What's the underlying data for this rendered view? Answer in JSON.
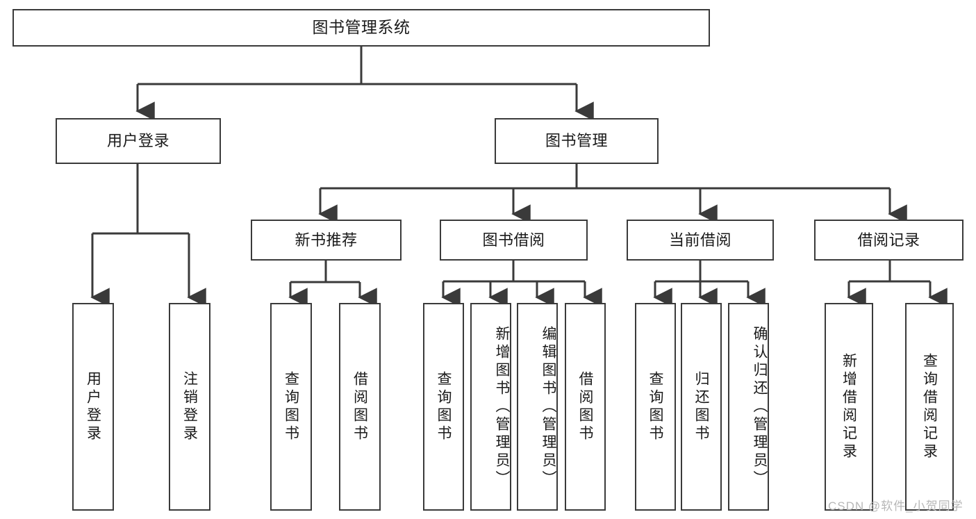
{
  "diagram": {
    "type": "tree-hierarchy",
    "title": "图书管理系统",
    "orientation": "top-down",
    "colors": {
      "stroke": "#3a3a3a",
      "fill": "#ffffff",
      "text": "#1a1a1a",
      "watermark": "#b7b7b7"
    },
    "nodes": {
      "root": {
        "label": "图书管理系统",
        "level": 1
      },
      "user_login": {
        "label": "用户登录",
        "level": 2
      },
      "book_manage": {
        "label": "图书管理",
        "level": 2
      },
      "new_book_rec": {
        "label": "新书推荐",
        "level": 3
      },
      "book_borrow": {
        "label": "图书借阅",
        "level": 3
      },
      "current_borrow": {
        "label": "当前借阅",
        "level": 3
      },
      "borrow_record": {
        "label": "借阅记录",
        "level": 3
      },
      "leaf_user_login": {
        "label": "用户登录",
        "level": 4
      },
      "leaf_logout": {
        "label": "注销登录",
        "level": 4
      },
      "leaf_query_book_1": {
        "label": "查询图书",
        "level": 4
      },
      "leaf_borrow_book_1": {
        "label": "借阅图书",
        "level": 4
      },
      "leaf_query_book_2": {
        "label": "查询图书",
        "level": 4
      },
      "leaf_add_book": {
        "label": "新增图书（管理员）",
        "level": 4
      },
      "leaf_edit_book": {
        "label": "编辑图书（管理员）",
        "level": 4
      },
      "leaf_borrow_book_2": {
        "label": "借阅图书",
        "level": 4
      },
      "leaf_query_book_3": {
        "label": "查询图书",
        "level": 4
      },
      "leaf_return_book": {
        "label": "归还图书",
        "level": 4
      },
      "leaf_confirm_return": {
        "label": "确认归还（管理员）",
        "level": 4
      },
      "leaf_add_record": {
        "label": "新增借阅记录",
        "level": 4
      },
      "leaf_query_record": {
        "label": "查询借阅记录",
        "level": 4
      }
    },
    "edges": [
      {
        "from": "root",
        "to": "user_login"
      },
      {
        "from": "root",
        "to": "book_manage"
      },
      {
        "from": "user_login",
        "to": "leaf_user_login"
      },
      {
        "from": "user_login",
        "to": "leaf_logout"
      },
      {
        "from": "book_manage",
        "to": "new_book_rec"
      },
      {
        "from": "book_manage",
        "to": "book_borrow"
      },
      {
        "from": "book_manage",
        "to": "current_borrow"
      },
      {
        "from": "book_manage",
        "to": "borrow_record"
      },
      {
        "from": "new_book_rec",
        "to": "leaf_query_book_1"
      },
      {
        "from": "new_book_rec",
        "to": "leaf_borrow_book_1"
      },
      {
        "from": "book_borrow",
        "to": "leaf_query_book_2"
      },
      {
        "from": "book_borrow",
        "to": "leaf_add_book"
      },
      {
        "from": "book_borrow",
        "to": "leaf_edit_book"
      },
      {
        "from": "book_borrow",
        "to": "leaf_borrow_book_2"
      },
      {
        "from": "current_borrow",
        "to": "leaf_query_book_3"
      },
      {
        "from": "current_borrow",
        "to": "leaf_return_book"
      },
      {
        "from": "current_borrow",
        "to": "leaf_confirm_return"
      },
      {
        "from": "borrow_record",
        "to": "leaf_add_record"
      },
      {
        "from": "borrow_record",
        "to": "leaf_query_record"
      }
    ]
  },
  "watermark": {
    "text": "CSDN @软件_小贺同学"
  }
}
